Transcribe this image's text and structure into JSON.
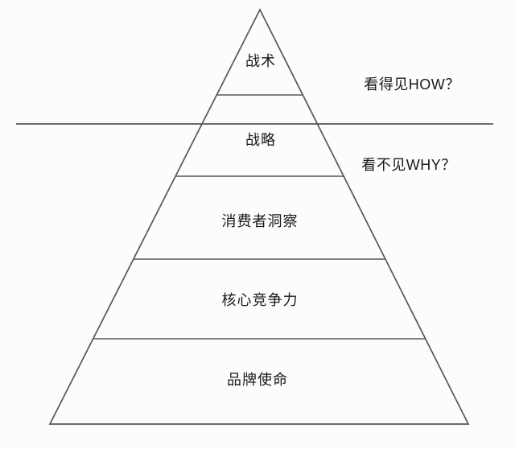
{
  "diagram": {
    "type": "pyramid",
    "levels": [
      {
        "label": "战术"
      },
      {
        "label": "战略"
      },
      {
        "label": "消费者洞察"
      },
      {
        "label": "核心竞争力"
      },
      {
        "label": "品牌使命"
      }
    ],
    "annotations": {
      "above_line": "看得见HOW？",
      "below_line": "看不见WHY？"
    },
    "colors": {
      "line": "#5b5456",
      "text": "#1c1719",
      "background": "#fdfcfc"
    }
  }
}
